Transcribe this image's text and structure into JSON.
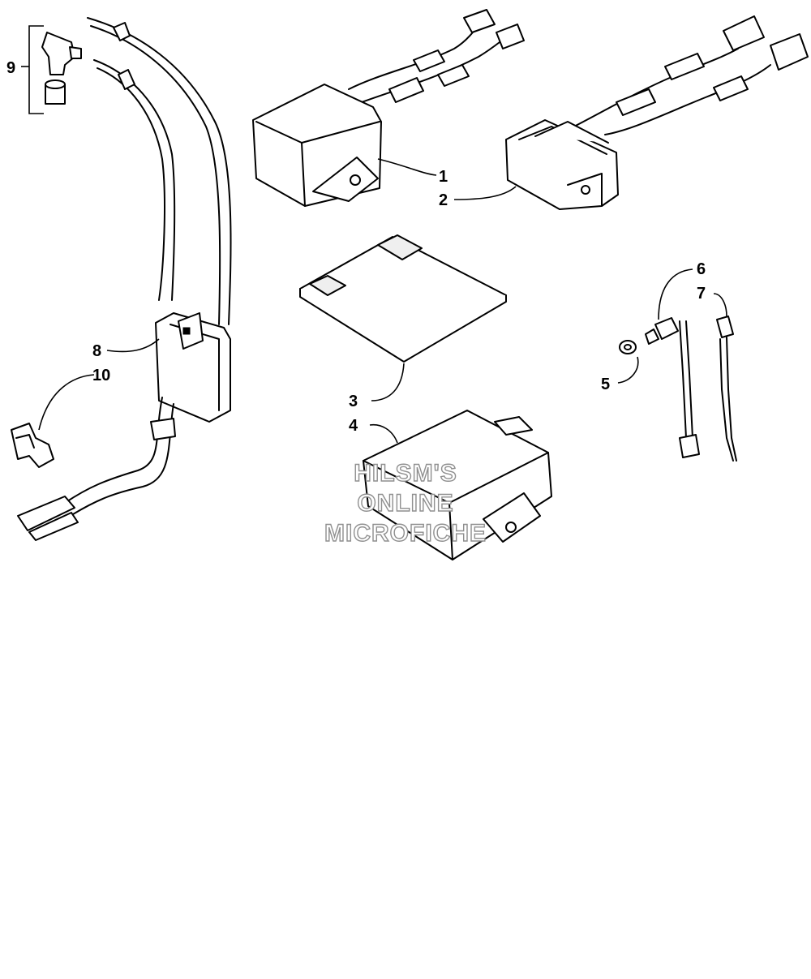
{
  "callouts": [
    "1",
    "2",
    "3",
    "4",
    "5",
    "6",
    "7",
    "8",
    "9",
    "10"
  ],
  "watermark": [
    "HILSM'S",
    "ONLINE",
    "MICROFICHE"
  ]
}
